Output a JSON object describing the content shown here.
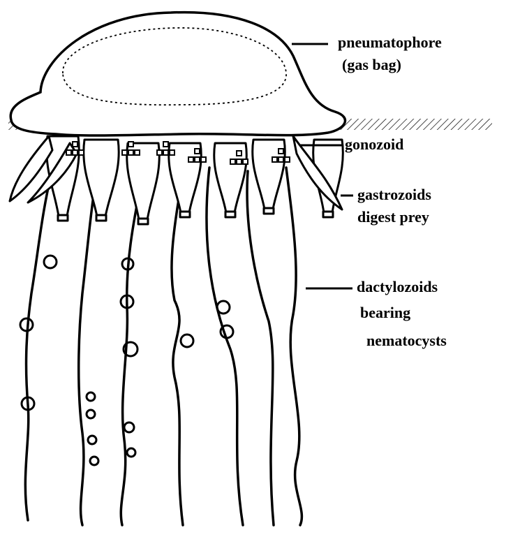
{
  "diagram": {
    "subject": "siphonophore colony",
    "labels": {
      "pneumatophore": "pneumatophore",
      "gas_bag": "(gas bag)",
      "gonozoid": "gonozoid",
      "gastrozoids": "gastrozoids",
      "digest_prey": "digest prey",
      "dactylozoids": "dactylozoids",
      "bearing": "bearing",
      "nematocysts": "nematocysts"
    },
    "colors": {
      "ink": "#000000",
      "background": "#ffffff"
    }
  }
}
